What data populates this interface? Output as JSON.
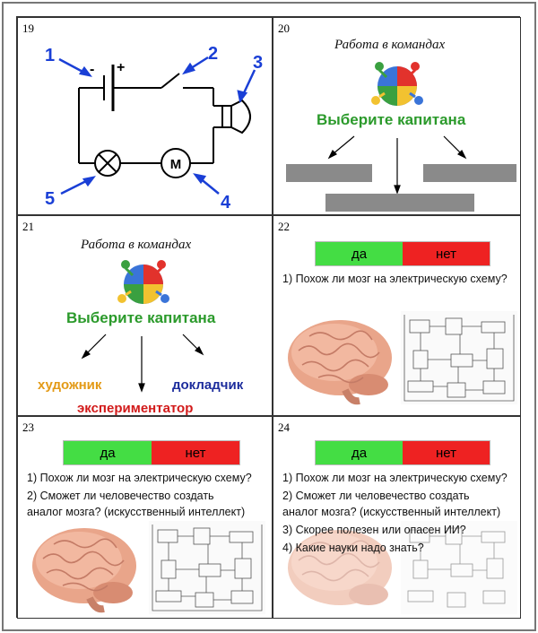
{
  "slides": [
    {
      "number": "19",
      "callouts": [
        "1",
        "2",
        "3",
        "4",
        "5"
      ],
      "battery_minus": "-",
      "battery_plus": "+",
      "motor_letter": "M"
    },
    {
      "number": "20",
      "heading": "Работа в командах",
      "captain": "Выберите капитана"
    },
    {
      "number": "21",
      "heading": "Работа в командах",
      "captain": "Выберите капитана",
      "roles": [
        "художник",
        "докладчик",
        "экспериментатор"
      ]
    },
    {
      "number": "22",
      "yes": "да",
      "no": "нет",
      "questions": [
        "1) Похож ли мозг на электрическую схему?"
      ]
    },
    {
      "number": "23",
      "yes": "да",
      "no": "нет",
      "questions": [
        "1) Похож ли мозг на электрическую схему?",
        "2) Сможет ли человечество создать",
        "аналог мозга? (искусственный интеллект)"
      ]
    },
    {
      "number": "24",
      "yes": "да",
      "no": "нет",
      "questions": [
        "1) Похож ли мозг на электрическую схему?",
        "2) Сможет ли человечество создать",
        "аналог мозга? (искусственный интеллект)",
        "3) Скорее полезен или опасен ИИ?",
        "4) Какие науки надо знать?"
      ]
    }
  ],
  "colors": {
    "callout_blue": "#1a3fd6",
    "captain_green": "#2b9a2b",
    "role_artist": "#e39a16",
    "role_speaker": "#1c2c9c",
    "role_experimenter": "#d21a1a",
    "yes_green": "#44dd44",
    "no_red": "#ee2222",
    "bar_gray": "#8a8a8a"
  },
  "icons": [
    "team-puzzle-icon",
    "brain-image",
    "circuit-schematic-image",
    "lamp-symbol-icon",
    "motor-symbol-icon",
    "speaker-symbol-icon",
    "battery-symbol-icon",
    "switch-symbol-icon"
  ]
}
